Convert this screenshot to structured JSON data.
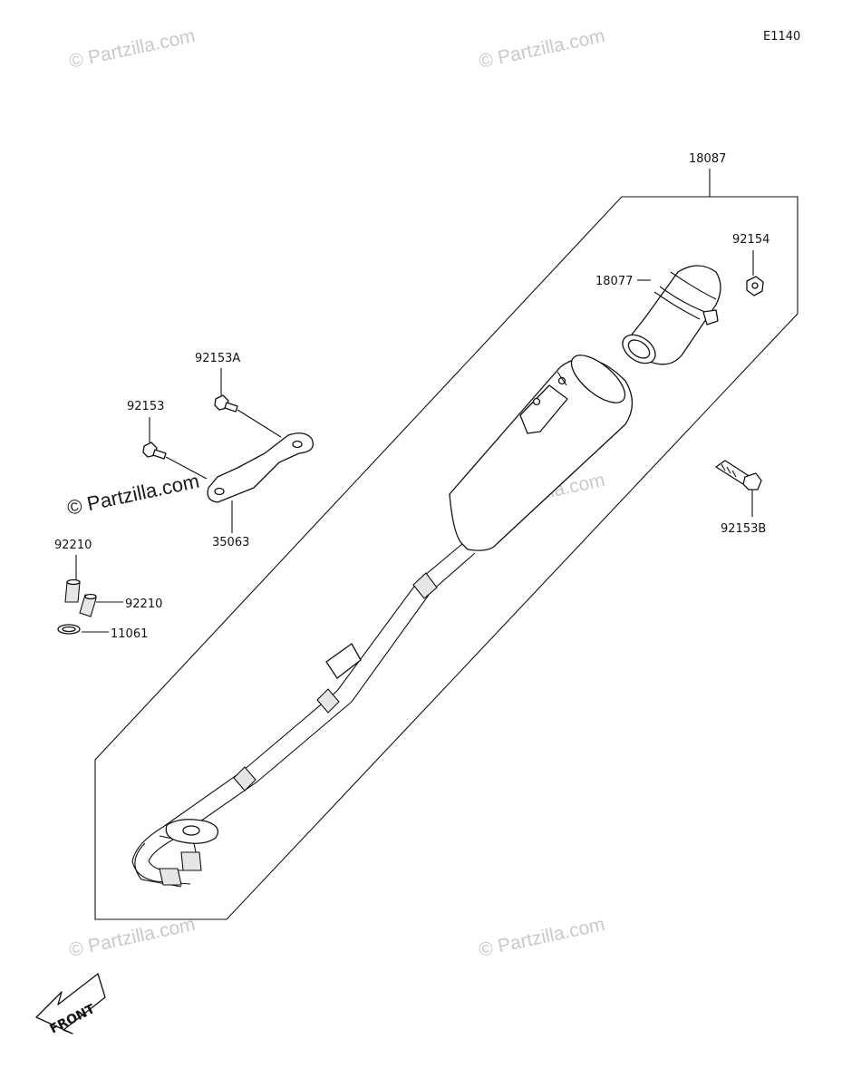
{
  "diagram_code": "E1140",
  "watermark_text": "© Partzilla.com",
  "front_label": "FRONT",
  "parts": {
    "p18087": "18087",
    "p92154": "92154",
    "p18077": "18077",
    "p92153A": "92153A",
    "p92153": "92153",
    "p35063": "35063",
    "p92153B": "92153B",
    "p92210a": "92210",
    "p92210b": "92210",
    "p11061": "11061"
  },
  "colors": {
    "line": "#111111",
    "watermark": "#c9c9c9",
    "fill": "#ffffff"
  }
}
